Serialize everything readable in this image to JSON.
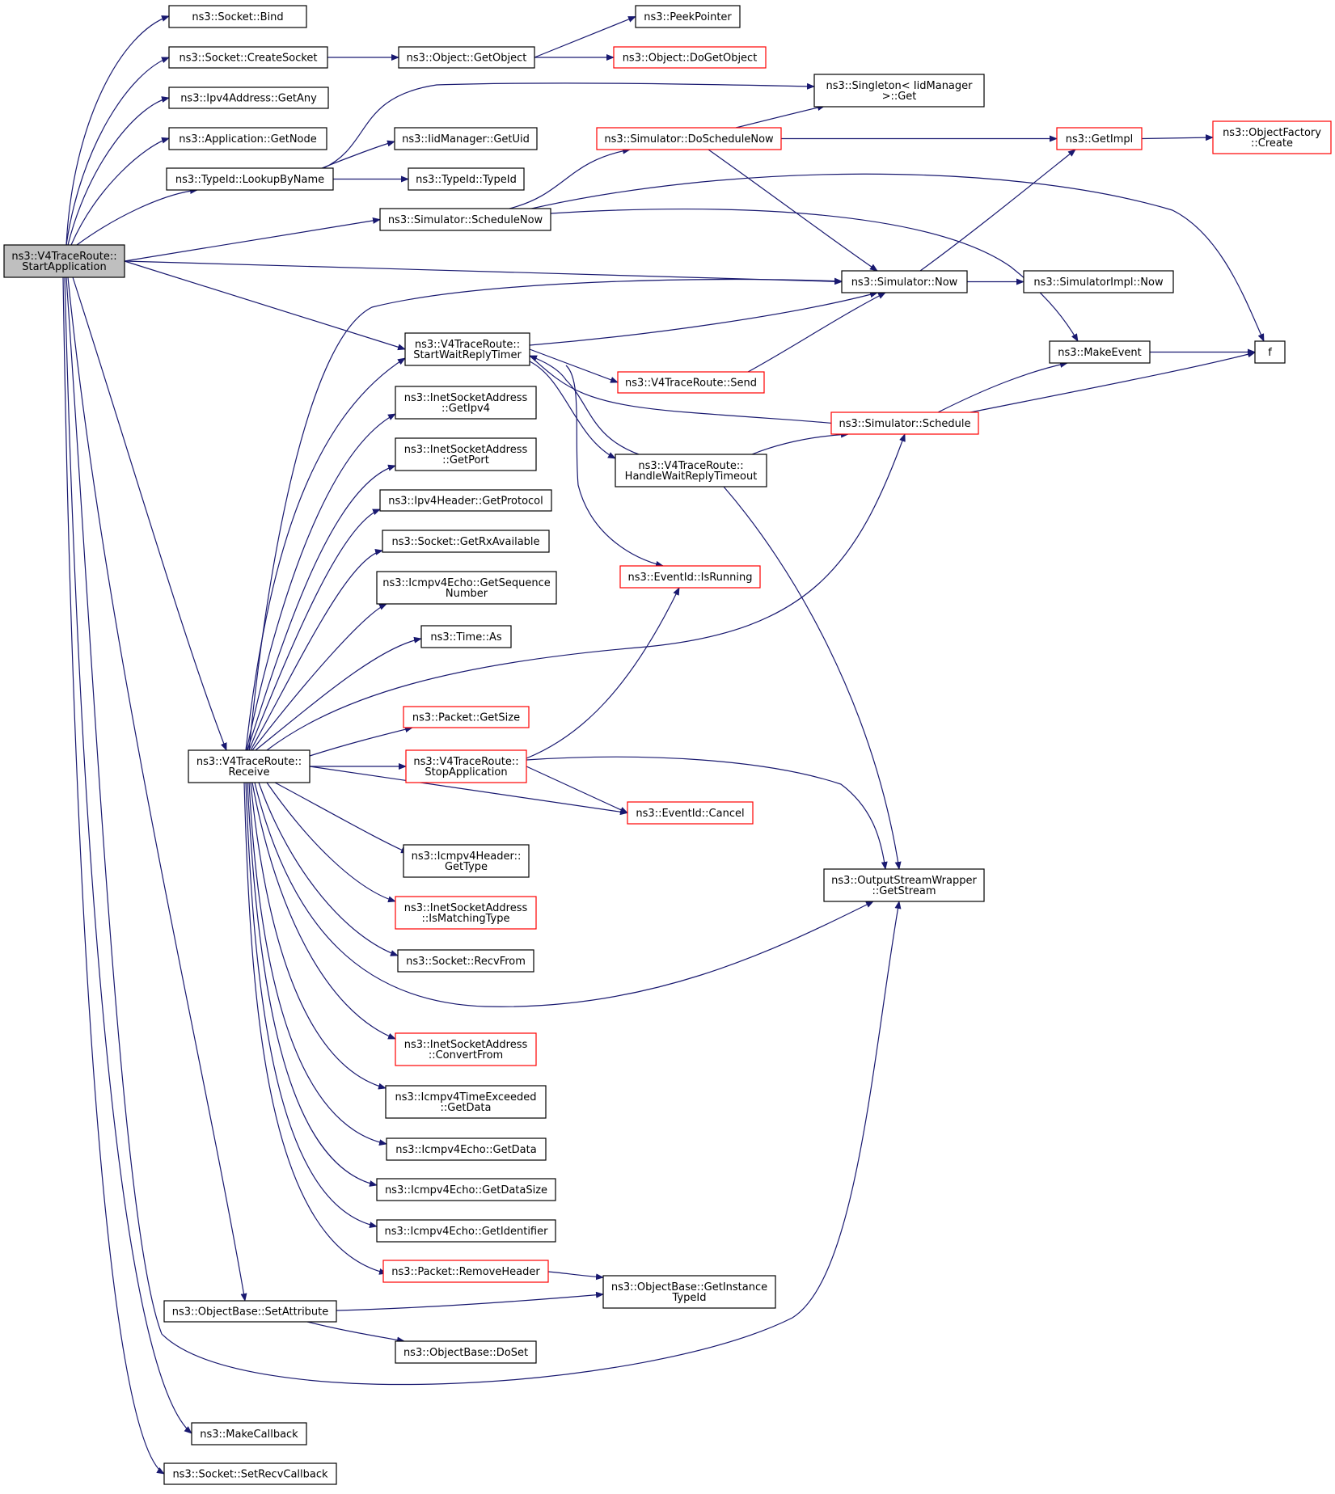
{
  "colors": {
    "edge": "#191970",
    "box_border_normal": "#000000",
    "box_border_truncated": "#ff0000",
    "root_fill": "#bfbfbf",
    "box_fill": "#ffffff"
  },
  "nodes": [
    {
      "id": "root",
      "lines": [
        "ns3::V4TraceRoute::",
        "StartApplication"
      ],
      "style": "root"
    },
    {
      "id": "bind",
      "lines": [
        "ns3::Socket::Bind"
      ],
      "style": "normal"
    },
    {
      "id": "createsocket",
      "lines": [
        "ns3::Socket::CreateSocket"
      ],
      "style": "normal"
    },
    {
      "id": "getany",
      "lines": [
        "ns3::Ipv4Address::GetAny"
      ],
      "style": "normal"
    },
    {
      "id": "getnode",
      "lines": [
        "ns3::Application::GetNode"
      ],
      "style": "normal"
    },
    {
      "id": "lookupbyname",
      "lines": [
        "ns3::TypeId::LookupByName"
      ],
      "style": "normal"
    },
    {
      "id": "getobject",
      "lines": [
        "ns3::Object::GetObject"
      ],
      "style": "normal"
    },
    {
      "id": "peekpointer",
      "lines": [
        "ns3::PeekPointer"
      ],
      "style": "normal"
    },
    {
      "id": "dogetobject",
      "lines": [
        "ns3::Object::DoGetObject"
      ],
      "style": "truncated"
    },
    {
      "id": "singletonget",
      "lines": [
        "ns3::Singleton< IidManager",
        ">::Get"
      ],
      "style": "normal"
    },
    {
      "id": "getuid",
      "lines": [
        "ns3::IidManager::GetUid"
      ],
      "style": "normal"
    },
    {
      "id": "typeid",
      "lines": [
        "ns3::TypeId::TypeId"
      ],
      "style": "normal"
    },
    {
      "id": "doschedulenow",
      "lines": [
        "ns3::Simulator::DoScheduleNow"
      ],
      "style": "truncated"
    },
    {
      "id": "getimpl",
      "lines": [
        "ns3::GetImpl"
      ],
      "style": "truncated"
    },
    {
      "id": "objfactorycreate",
      "lines": [
        "ns3::ObjectFactory",
        "::Create"
      ],
      "style": "truncated"
    },
    {
      "id": "schedulenow",
      "lines": [
        "ns3::Simulator::ScheduleNow"
      ],
      "style": "normal"
    },
    {
      "id": "now",
      "lines": [
        "ns3::Simulator::Now"
      ],
      "style": "normal"
    },
    {
      "id": "simimplnow",
      "lines": [
        "ns3::SimulatorImpl::Now"
      ],
      "style": "normal"
    },
    {
      "id": "makeevent",
      "lines": [
        "ns3::MakeEvent"
      ],
      "style": "normal"
    },
    {
      "id": "f",
      "lines": [
        "f"
      ],
      "style": "normal"
    },
    {
      "id": "startwait",
      "lines": [
        "ns3::V4TraceRoute::",
        "StartWaitReplyTimer"
      ],
      "style": "normal"
    },
    {
      "id": "send",
      "lines": [
        "ns3::V4TraceRoute::Send"
      ],
      "style": "truncated"
    },
    {
      "id": "schedule",
      "lines": [
        "ns3::Simulator::Schedule"
      ],
      "style": "truncated"
    },
    {
      "id": "handlewait",
      "lines": [
        "ns3::V4TraceRoute::",
        "HandleWaitReplyTimeout"
      ],
      "style": "normal"
    },
    {
      "id": "getipv4",
      "lines": [
        "ns3::InetSocketAddress",
        "::GetIpv4"
      ],
      "style": "normal"
    },
    {
      "id": "getport",
      "lines": [
        "ns3::InetSocketAddress",
        "::GetPort"
      ],
      "style": "normal"
    },
    {
      "id": "getprotocol",
      "lines": [
        "ns3::Ipv4Header::GetProtocol"
      ],
      "style": "normal"
    },
    {
      "id": "getrxavailable",
      "lines": [
        "ns3::Socket::GetRxAvailable"
      ],
      "style": "normal"
    },
    {
      "id": "getseqnum",
      "lines": [
        "ns3::Icmpv4Echo::GetSequence",
        "Number"
      ],
      "style": "normal"
    },
    {
      "id": "timeas",
      "lines": [
        "ns3::Time::As"
      ],
      "style": "normal"
    },
    {
      "id": "isrunning",
      "lines": [
        "ns3::EventId::IsRunning"
      ],
      "style": "truncated"
    },
    {
      "id": "packetgetsize",
      "lines": [
        "ns3::Packet::GetSize"
      ],
      "style": "truncated"
    },
    {
      "id": "receive",
      "lines": [
        "ns3::V4TraceRoute::",
        "Receive"
      ],
      "style": "normal"
    },
    {
      "id": "stopapp",
      "lines": [
        "ns3::V4TraceRoute::",
        "StopApplication"
      ],
      "style": "truncated"
    },
    {
      "id": "cancel",
      "lines": [
        "ns3::EventId::Cancel"
      ],
      "style": "truncated"
    },
    {
      "id": "icmpgettype",
      "lines": [
        "ns3::Icmpv4Header::",
        "GetType"
      ],
      "style": "normal"
    },
    {
      "id": "ismatching",
      "lines": [
        "ns3::InetSocketAddress",
        "::IsMatchingType"
      ],
      "style": "truncated"
    },
    {
      "id": "getstream",
      "lines": [
        "ns3::OutputStreamWrapper",
        "::GetStream"
      ],
      "style": "normal"
    },
    {
      "id": "recvfrom",
      "lines": [
        "ns3::Socket::RecvFrom"
      ],
      "style": "normal"
    },
    {
      "id": "convertfrom",
      "lines": [
        "ns3::InetSocketAddress",
        "::ConvertFrom"
      ],
      "style": "truncated"
    },
    {
      "id": "timeexceeded",
      "lines": [
        "ns3::Icmpv4TimeExceeded",
        "::GetData"
      ],
      "style": "normal"
    },
    {
      "id": "echogetdata",
      "lines": [
        "ns3::Icmpv4Echo::GetData"
      ],
      "style": "normal"
    },
    {
      "id": "echogetdatasize",
      "lines": [
        "ns3::Icmpv4Echo::GetDataSize"
      ],
      "style": "normal"
    },
    {
      "id": "echogetid",
      "lines": [
        "ns3::Icmpv4Echo::GetIdentifier"
      ],
      "style": "normal"
    },
    {
      "id": "removeheader",
      "lines": [
        "ns3::Packet::RemoveHeader"
      ],
      "style": "truncated"
    },
    {
      "id": "getinstancetypeid",
      "lines": [
        "ns3::ObjectBase::GetInstance",
        "TypeId"
      ],
      "style": "normal"
    },
    {
      "id": "setattribute",
      "lines": [
        "ns3::ObjectBase::SetAttribute"
      ],
      "style": "normal"
    },
    {
      "id": "doset",
      "lines": [
        "ns3::ObjectBase::DoSet"
      ],
      "style": "normal"
    },
    {
      "id": "makecallback",
      "lines": [
        "ns3::MakeCallback"
      ],
      "style": "normal"
    },
    {
      "id": "setrecvcallback",
      "lines": [
        "ns3::Socket::SetRecvCallback"
      ],
      "style": "normal"
    }
  ],
  "edges": [
    [
      "root",
      "bind"
    ],
    [
      "root",
      "createsocket"
    ],
    [
      "root",
      "getany"
    ],
    [
      "root",
      "getnode"
    ],
    [
      "root",
      "lookupbyname"
    ],
    [
      "root",
      "schedulenow"
    ],
    [
      "root",
      "now"
    ],
    [
      "root",
      "startwait"
    ],
    [
      "root",
      "receive"
    ],
    [
      "root",
      "setattribute"
    ],
    [
      "root",
      "getstream"
    ],
    [
      "root",
      "makecallback"
    ],
    [
      "root",
      "setrecvcallback"
    ],
    [
      "createsocket",
      "getobject"
    ],
    [
      "getobject",
      "peekpointer"
    ],
    [
      "getobject",
      "dogetobject"
    ],
    [
      "lookupbyname",
      "singletonget"
    ],
    [
      "lookupbyname",
      "getuid"
    ],
    [
      "lookupbyname",
      "typeid"
    ],
    [
      "doschedulenow",
      "singletonget"
    ],
    [
      "doschedulenow",
      "getimpl"
    ],
    [
      "doschedulenow",
      "now"
    ],
    [
      "getimpl",
      "objfactorycreate"
    ],
    [
      "schedulenow",
      "doschedulenow"
    ],
    [
      "schedulenow",
      "f"
    ],
    [
      "schedulenow",
      "makeevent"
    ],
    [
      "now",
      "getimpl"
    ],
    [
      "now",
      "simimplnow"
    ],
    [
      "makeevent",
      "f"
    ],
    [
      "startwait",
      "now"
    ],
    [
      "startwait",
      "send"
    ],
    [
      "startwait",
      "schedule"
    ],
    [
      "startwait",
      "handlewait"
    ],
    [
      "startwait",
      "isrunning"
    ],
    [
      "send",
      "now"
    ],
    [
      "schedule",
      "makeevent"
    ],
    [
      "schedule",
      "f"
    ],
    [
      "handlewait",
      "startwait"
    ],
    [
      "handlewait",
      "schedule"
    ],
    [
      "handlewait",
      "getstream"
    ],
    [
      "receive",
      "now"
    ],
    [
      "receive",
      "startwait"
    ],
    [
      "receive",
      "getipv4"
    ],
    [
      "receive",
      "getport"
    ],
    [
      "receive",
      "getprotocol"
    ],
    [
      "receive",
      "getrxavailable"
    ],
    [
      "receive",
      "getseqnum"
    ],
    [
      "receive",
      "timeas"
    ],
    [
      "receive",
      "schedule"
    ],
    [
      "receive",
      "packetgetsize"
    ],
    [
      "receive",
      "stopapp"
    ],
    [
      "receive",
      "cancel"
    ],
    [
      "receive",
      "icmpgettype"
    ],
    [
      "receive",
      "ismatching"
    ],
    [
      "receive",
      "recvfrom"
    ],
    [
      "receive",
      "getstream"
    ],
    [
      "receive",
      "convertfrom"
    ],
    [
      "receive",
      "timeexceeded"
    ],
    [
      "receive",
      "echogetdata"
    ],
    [
      "receive",
      "echogetdatasize"
    ],
    [
      "receive",
      "echogetid"
    ],
    [
      "receive",
      "removeheader"
    ],
    [
      "stopapp",
      "isrunning"
    ],
    [
      "stopapp",
      "cancel"
    ],
    [
      "stopapp",
      "getstream"
    ],
    [
      "removeheader",
      "getinstancetypeid"
    ],
    [
      "setattribute",
      "getinstancetypeid"
    ],
    [
      "setattribute",
      "doset"
    ]
  ]
}
